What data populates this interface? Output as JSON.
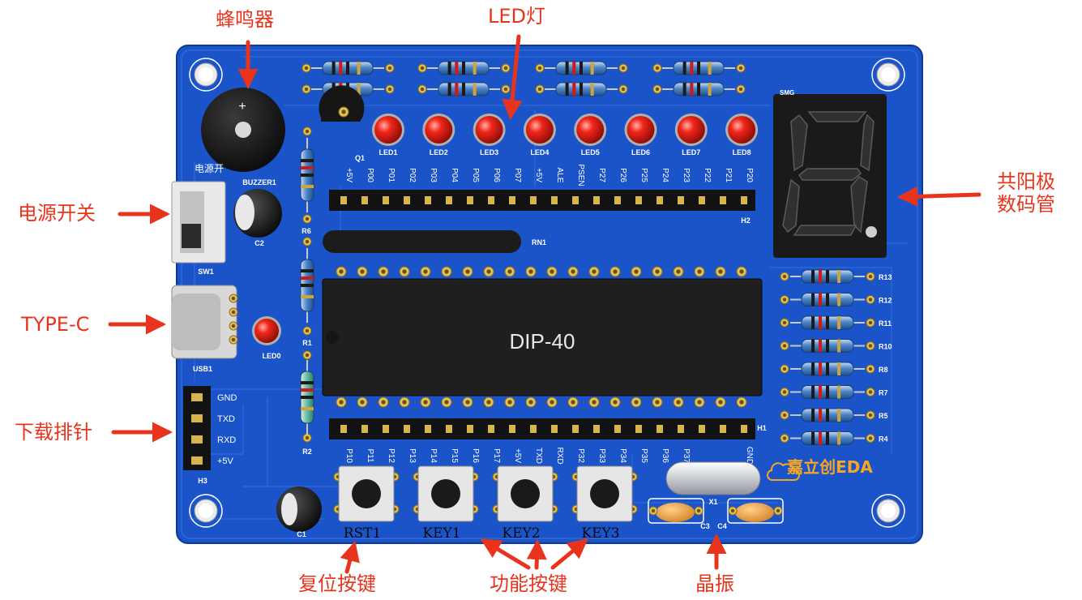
{
  "annotations": {
    "buzzer": "蜂鸣器",
    "led": "LED灯",
    "power_switch": "电源开关",
    "typec": "TYPE-C",
    "download_header": "下载排针",
    "seg_display": "共阳极数码管",
    "reset_key": "复位按键",
    "func_keys": "功能按键",
    "crystal": "晶振"
  },
  "board": {
    "chip_label": "DIP-40",
    "brand": "嘉立创EDA",
    "power_text": "电源开",
    "buzzer_ref": "BUZZER1",
    "switch_ref": "SW1",
    "usb_ref": "USB1",
    "c1": "C1",
    "c2": "C2",
    "c3": "C3",
    "c4": "C4",
    "q1": "Q1",
    "led0": "LED0",
    "r1": "R1",
    "r2": "R2",
    "r6": "R6",
    "rn1": "RN1",
    "h1": "H1",
    "h2": "H2",
    "h3": "H3",
    "x1": "X1",
    "smg": "SMG",
    "leds": [
      "LED1",
      "LED2",
      "LED3",
      "LED4",
      "LED5",
      "LED6",
      "LED7",
      "LED8"
    ],
    "right_resistors": [
      "R13",
      "R12",
      "R11",
      "R10",
      "R8",
      "R7",
      "R5",
      "R4"
    ],
    "h2_pins": [
      "+5V",
      "P00",
      "P01",
      "P02",
      "P03",
      "P04",
      "P05",
      "P06",
      "P07",
      "+5V",
      "ALE",
      "PSEN",
      "P27",
      "P26",
      "P25",
      "P24",
      "P23",
      "P22",
      "P21",
      "P20"
    ],
    "h1_pins": [
      "P10",
      "P11",
      "P12",
      "P13",
      "P14",
      "P15",
      "P16",
      "P17",
      "+5V",
      "TXD",
      "RXD",
      "P32",
      "P33",
      "P34",
      "P35",
      "P36",
      "P37",
      "",
      "",
      "GND"
    ],
    "h3_pins": [
      "GND",
      "TXD",
      "RXD",
      "+5V"
    ],
    "keys": [
      "RST1",
      "KEY1",
      "KEY2",
      "KEY3"
    ]
  }
}
